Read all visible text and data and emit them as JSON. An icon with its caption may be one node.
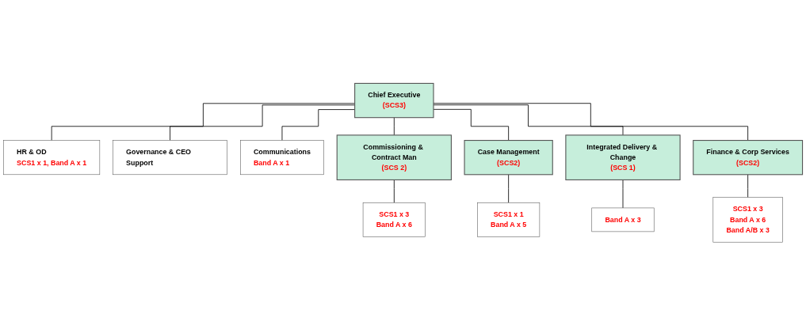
{
  "diagram": {
    "nodes": [
      {
        "text": [
          "HR & OD",
          "SCS1 x 1, Band A x 1"
        ]
      },
      {
        "text": [
          "Chief Executive",
          "(SCS3)"
        ]
      },
      {
        "text": [
          "Governance & CEO Support"
        ]
      },
      {
        "text": [
          "Communications",
          "Band A x 1"
        ]
      },
      {
        "text": [
          "Commissioning & Contract Man",
          "(SCS 2)"
        ]
      },
      {
        "text": [
          "Case Management",
          "(SCS2)"
        ]
      },
      {
        "text": [
          "Integrated Delivery & Change",
          "(SCS 1)"
        ]
      },
      {
        "text": [
          "Finance & Corp Services",
          "(SCS2)"
        ]
      },
      {
        "text": [
          "SCS1 x 3",
          "Band A x 6"
        ]
      },
      {
        "text": [
          "SCS1 x 1",
          "Band A x 5"
        ]
      },
      {
        "text": [
          "Band A x 3"
        ]
      },
      {
        "text": [
          "SCS1 x 3",
          "Band A x 6",
          "Band A/B x 3"
        ]
      }
    ],
    "edges": [
      {
        "from": 1,
        "to": 0,
        "arrow": "none"
      },
      {
        "from": 1,
        "to": 2,
        "arrow": "none"
      },
      {
        "from": 1,
        "to": 3,
        "arrow": "none"
      },
      {
        "from": 1,
        "to": 4,
        "arrow": "none"
      },
      {
        "from": 1,
        "to": 5,
        "arrow": "none"
      },
      {
        "from": 1,
        "to": 6,
        "arrow": "none"
      },
      {
        "from": 1,
        "to": 7,
        "arrow": "none"
      },
      {
        "from": 4,
        "to": 8,
        "arrow": "none"
      },
      {
        "from": 5,
        "to": 9,
        "arrow": "none"
      },
      {
        "from": 6,
        "to": 10,
        "arrow": "none"
      },
      {
        "from": 7,
        "to": 11,
        "arrow": "none"
      }
    ]
  }
}
